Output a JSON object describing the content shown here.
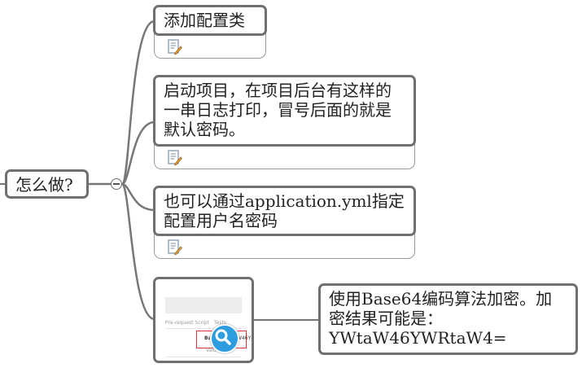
{
  "root": {
    "label": "怎么做?"
  },
  "branches": [
    {
      "label": "添加配置类",
      "note": "note-icon"
    },
    {
      "label": "启动项目，在项目后台有这样的一串日志打印，冒号后面的就是默认密码。",
      "note": "note-icon"
    },
    {
      "label": "也可以通过application.yml指定配置用户名密码",
      "note": "note-icon"
    },
    {
      "label": "",
      "image": "screenshot-thumbnail"
    }
  ],
  "thumbnail": {
    "tab1": "Pre-request Script",
    "tab2": "Tests",
    "cell": "Bas",
    "cell2": "W46Y",
    "sub": "Valu"
  },
  "image_child": {
    "label": "使用Base64编码算法加密。加密结果可能是：YWtaW46YWRtaW4="
  },
  "colors": {
    "border": "#6f6f6f",
    "accent": "#2e9de0",
    "highlight": "#d33"
  }
}
